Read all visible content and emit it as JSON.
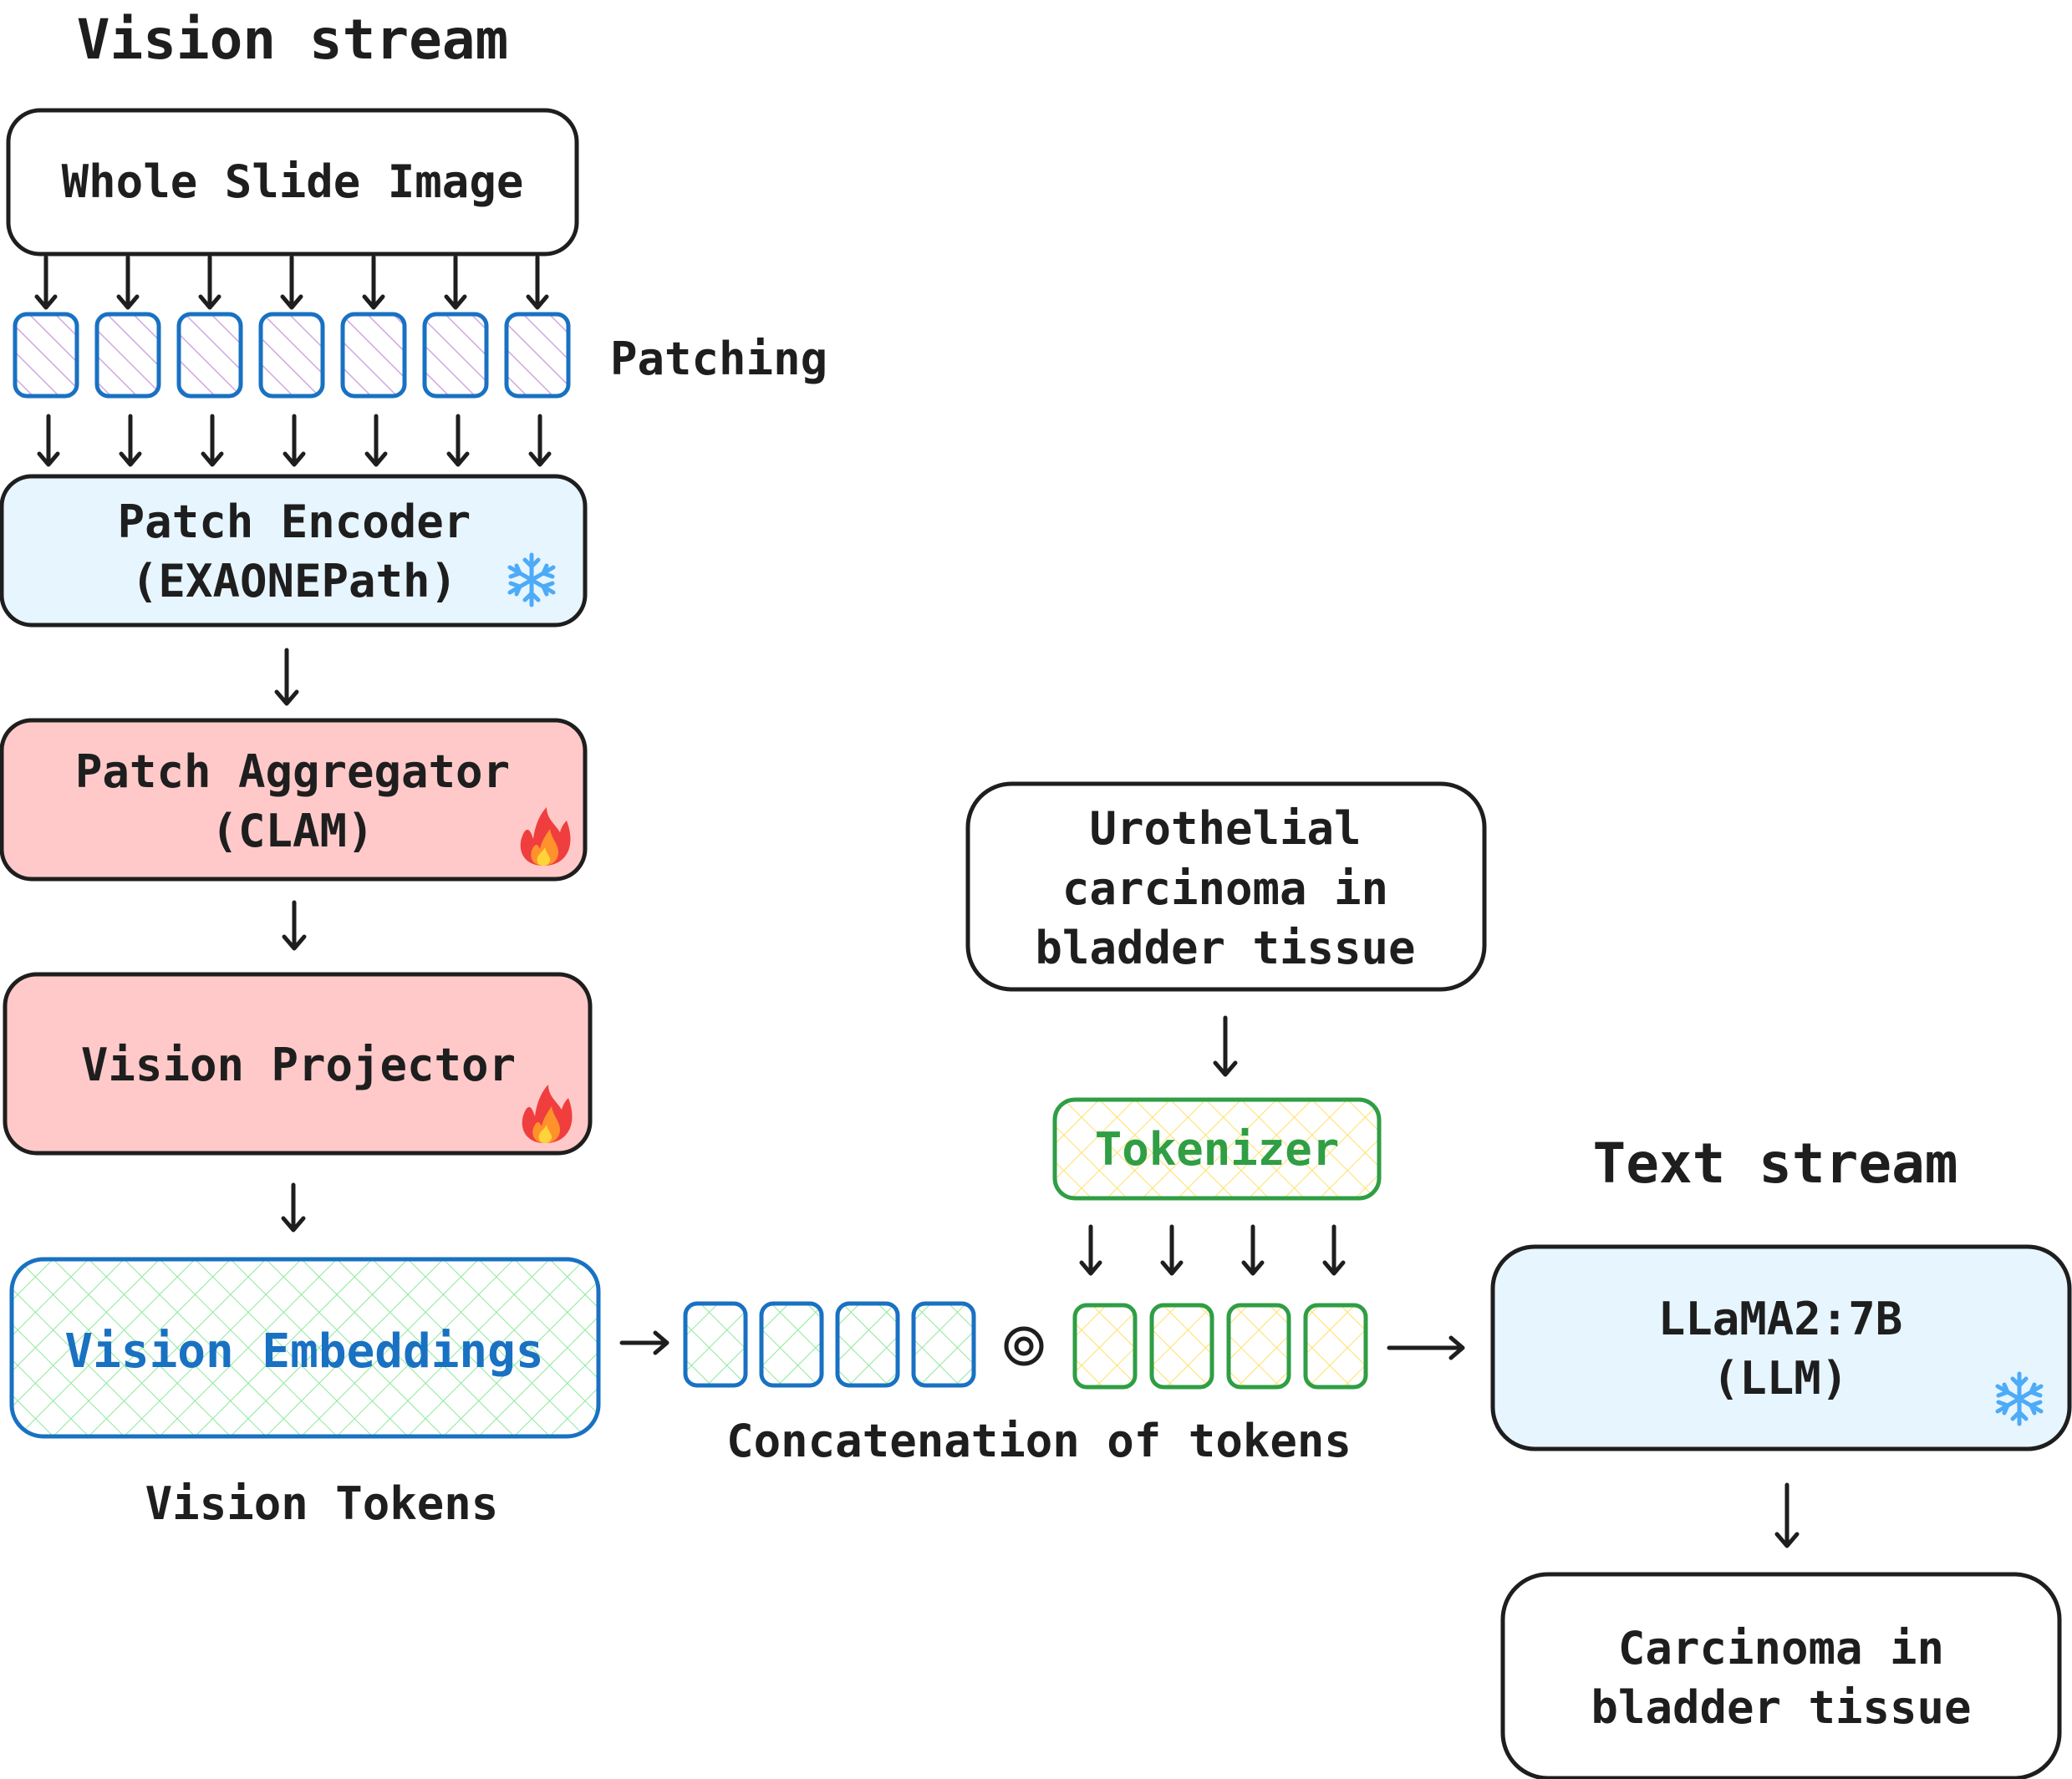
{
  "vision_stream": {
    "title": "Vision stream",
    "whole_slide_image": "Whole Slide Image",
    "patching_label": "Patching",
    "patch_count": 7,
    "patch_encoder": {
      "line1": "Patch Encoder",
      "line2": "(EXAONEPath)",
      "status_icon": "snowflake-icon"
    },
    "patch_aggregator": {
      "line1": "Patch Aggregator",
      "line2": "(CLAM)",
      "status_icon": "fire-icon"
    },
    "vision_projector": {
      "label": "Vision Projector",
      "status_icon": "fire-icon"
    },
    "vision_embeddings": "Vision Embeddings",
    "vision_tokens_label": "Vision Tokens"
  },
  "text_input": {
    "line1": "Urothelial",
    "line2": "carcinoma in",
    "line3": "bladder tissue",
    "tokenizer": "Tokenizer"
  },
  "concatenation": {
    "label": "Concatenation of tokens",
    "operator_symbol": "◎",
    "vision_token_count": 4,
    "text_token_count": 4
  },
  "text_stream": {
    "title": "Text stream",
    "llm": {
      "line1": "LLaMA2:7B",
      "line2": "(LLM)",
      "status_icon": "snowflake-icon"
    },
    "output": {
      "line1": "Carcinoma in",
      "line2": "bladder tissue"
    }
  },
  "colors": {
    "stroke": "#1e1e1e",
    "frozen_fill": "#e7f5ff",
    "trainable_fill": "#ffc9c9",
    "patch_stroke": "#1971c2",
    "patch_hatch": "#d0a7e0",
    "vision_hatch": "#8ce99a",
    "text_stroke": "#2f9e44",
    "text_hatch": "#ffec99"
  }
}
